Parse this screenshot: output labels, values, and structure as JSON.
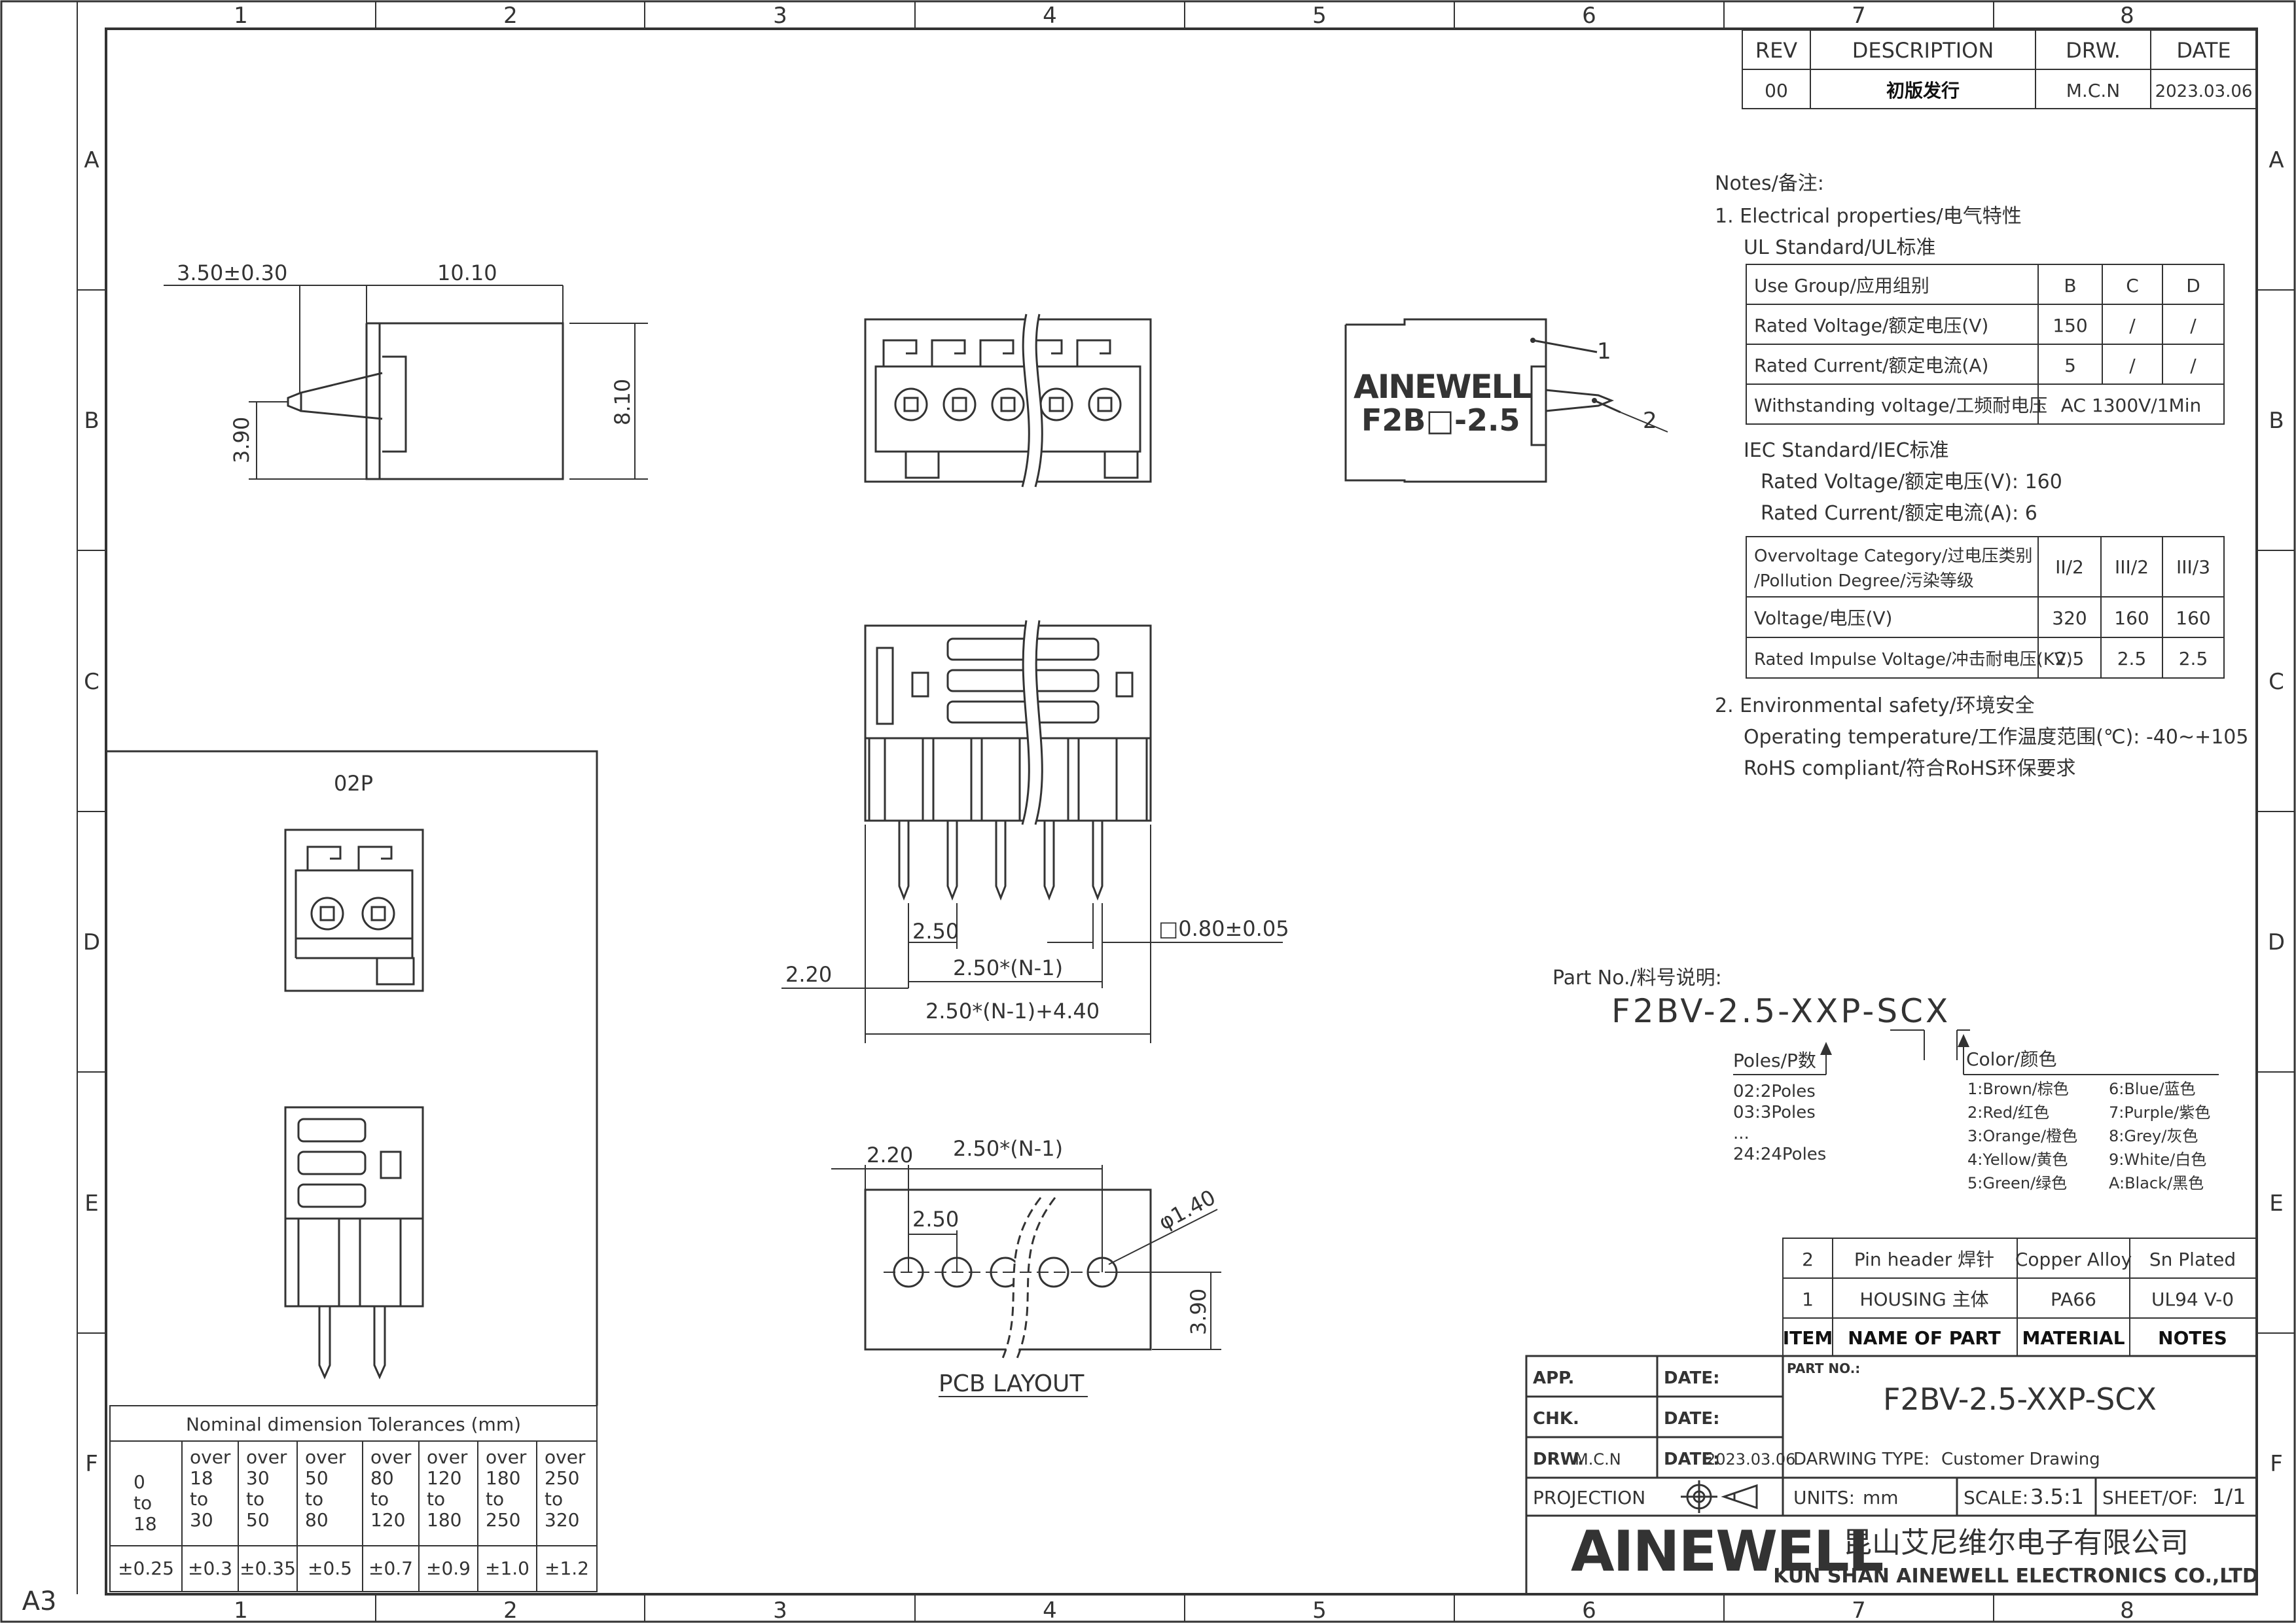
{
  "frame": {
    "columns": [
      "1",
      "2",
      "3",
      "4",
      "5",
      "6",
      "7",
      "8"
    ],
    "rows": [
      "A",
      "B",
      "C",
      "D",
      "E",
      "F"
    ],
    "size": "A3"
  },
  "revision": {
    "headers": [
      "REV",
      "DESCRIPTION",
      "DRW.",
      "DATE"
    ],
    "row": [
      "00",
      "初版发行",
      "M.C.N",
      "2023.03.06"
    ]
  },
  "notes": {
    "title": "Notes/备注:",
    "n1": "1. Electrical properties/电气特性",
    "ul_title": "UL Standard/UL标准",
    "ul_table": [
      [
        "Use Group/应用组别",
        "B",
        "C",
        "D"
      ],
      [
        "Rated Voltage/额定电压(V)",
        "150",
        "/",
        "/"
      ],
      [
        "Rated Current/额定电流(A)",
        "5",
        "/",
        "/"
      ],
      [
        "Withstanding voltage/工频耐电压",
        "AC 1300V/1Min"
      ]
    ],
    "iec_title": "IEC Standard/IEC标准",
    "iec_voltage": "Rated Voltage/额定电压(V): 160",
    "iec_current": "Rated Current/额定电流(A):  6",
    "iec_cat_l1": "Overvoltage Category/过电压类别",
    "iec_cat_l2": "/Pollution Degree/污染等级",
    "iec_cat_vals": [
      "II/2",
      "III/2",
      "III/3"
    ],
    "iec_rows": [
      [
        "Voltage/电压(V)",
        "320",
        "160",
        "160"
      ],
      [
        "Rated Impulse Voltage/冲击耐电压(KV)",
        "2.5",
        "2.5",
        "2.5"
      ]
    ],
    "n2": "2. Environmental safety/环境安全",
    "temp": "Operating temperature/工作温度范围(℃): -40~+105",
    "rohs": "RoHS compliant/符合RoHS环保要求"
  },
  "part_no": {
    "label": "Part No./料号说明:",
    "code": "F2BV-2.5-XXP-SCX",
    "poles_title": "Poles/P数",
    "poles": [
      "02:2Poles",
      "03:3Poles",
      "...",
      "24:24Poles"
    ],
    "color_title": "Color/颜色",
    "colors_left": [
      "1:Brown/棕色",
      "2:Red/红色",
      "3:Orange/橙色",
      "4:Yellow/黄色",
      "5:Green/绿色"
    ],
    "colors_right": [
      "6:Blue/蓝色",
      "7:Purple/紫色",
      "8:Grey/灰色",
      "9:White/白色",
      "A:Black/黑色"
    ]
  },
  "bom": {
    "rows": [
      [
        "2",
        "Pin header 焊针",
        "Copper Alloy",
        "Sn Plated"
      ],
      [
        "1",
        "HOUSING 主体",
        "PA66",
        "UL94 V-0"
      ]
    ],
    "headers": [
      "ITEM",
      "NAME OF PART",
      "MATERIAL",
      "NOTES"
    ]
  },
  "title_block": {
    "app": "APP.",
    "chk": "CHK.",
    "drw": "DRW.",
    "drw_val": "M.C.N",
    "date": "DATE:",
    "date_val": "2023.03.06",
    "part_no_label": "PART NO.:",
    "part_no": "F2BV-2.5-XXP-SCX",
    "drawing_type_label": "DARWING TYPE:",
    "drawing_type": "Customer Drawing",
    "projection": "PROJECTION",
    "units_label": "UNITS:",
    "units": "mm",
    "scale_label": "SCALE:",
    "scale": "3.5:1",
    "sheet_label": "SHEET/OF:",
    "sheet": "1/1",
    "logo": "AINEWELL",
    "company_cn": "昆山艾尼维尔电子有限公司",
    "company_en": "KUN SHAN AINEWELL ELECTRONICS CO.,LTD"
  },
  "views": {
    "side_dims": [
      "3.50±0.30",
      "10.10",
      "8.10",
      "3.90"
    ],
    "label_view_logo": "AINEWELL",
    "label_view_code": "F2B□-2.5",
    "callouts": [
      "1",
      "2"
    ],
    "front_dims": [
      "2.50",
      "□0.80±0.05",
      "2.20",
      "2.50*(N-1)",
      "2.50*(N-1)+4.40"
    ],
    "pcb_dims": [
      "2.20",
      "2.50*(N-1)",
      "2.50",
      "φ1.40",
      "3.90"
    ],
    "pcb_title": "PCB LAYOUT",
    "inset_title": "02P"
  },
  "tolerances": {
    "title": "Nominal dimension Tolerances (mm)",
    "ranges": [
      [
        "0",
        "to",
        "18"
      ],
      [
        "over",
        "18",
        "to",
        "30"
      ],
      [
        "over",
        "30",
        "to",
        "50"
      ],
      [
        "over",
        "50",
        "to",
        "80"
      ],
      [
        "over",
        "80",
        "to",
        "120"
      ],
      [
        "over",
        "120",
        "to",
        "180"
      ],
      [
        "over",
        "180",
        "to",
        "250"
      ],
      [
        "over",
        "250",
        "to",
        "320"
      ]
    ],
    "values": [
      "±0.25",
      "±0.3",
      "±0.35",
      "±0.5",
      "±0.7",
      "±0.9",
      "±1.0",
      "±1.2"
    ]
  }
}
